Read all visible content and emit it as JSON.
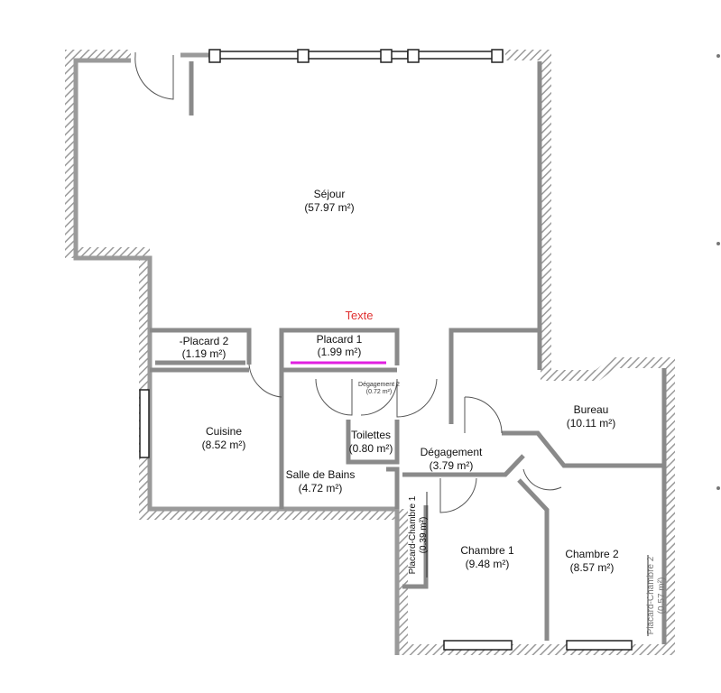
{
  "rooms": [
    {
      "name": "Séjour",
      "area": "(57.97 m²)"
    },
    {
      "name": "-Placard 2",
      "area": "(1.19 m²)"
    },
    {
      "name": "Placard 1",
      "area": "(1.99 m²)"
    },
    {
      "name": "Dégagement 2",
      "area": "(0.72 m²)"
    },
    {
      "name": "Cuisine",
      "area": "(8.52 m²)"
    },
    {
      "name": "Toilettes",
      "area": "(0.80 m²)"
    },
    {
      "name": "Salle de Bains",
      "area": "(4.72 m²)"
    },
    {
      "name": "Dégagement",
      "area": "(3.79 m²)"
    },
    {
      "name": "Bureau",
      "area": "(10.11 m²)"
    },
    {
      "name": "Placard-Chambre 1",
      "area": "(0.39 m²)"
    },
    {
      "name": "Chambre 1",
      "area": "(9.48 m²)"
    },
    {
      "name": "Chambre 2",
      "area": "(8.57 m²)"
    },
    {
      "name": "Placard-Chambre 2",
      "area": "(0.57 m²)"
    }
  ],
  "overlay_text": "Texte",
  "colors": {
    "wall": "#9a9a9a",
    "closet_rail": "#e020e0",
    "overlay_text": "#e03030"
  }
}
